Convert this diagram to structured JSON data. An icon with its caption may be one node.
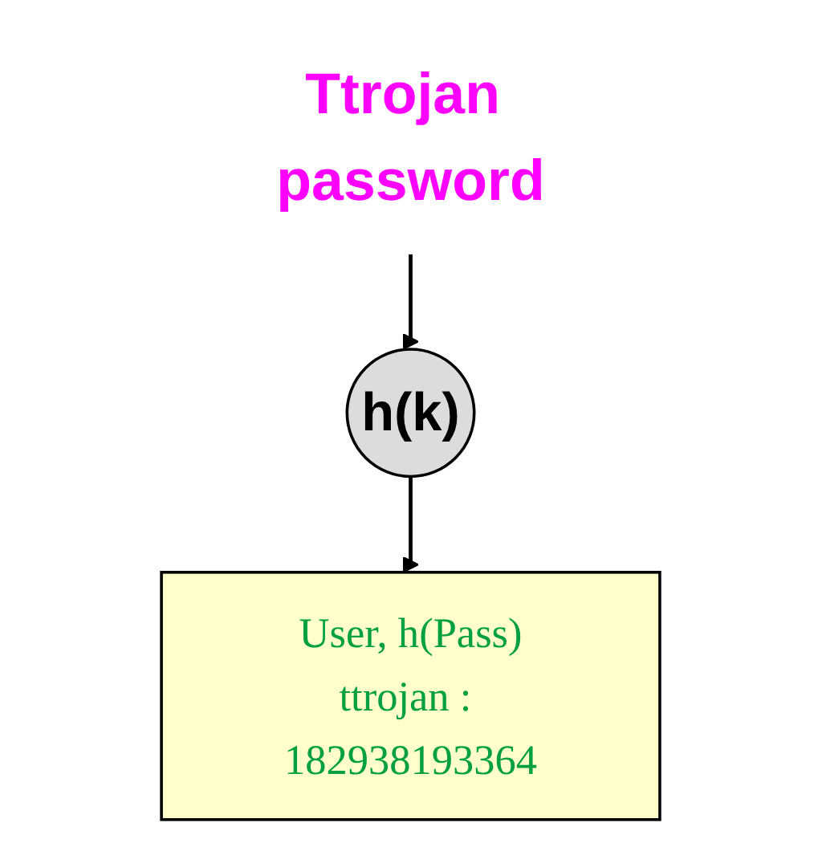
{
  "diagram": {
    "nodes": [
      {
        "text": [
          "Ttrojan password"
        ]
      },
      {
        "text": [
          "h(k)"
        ]
      },
      {
        "text": [
          "User, h(Pass)",
          "ttrojan : 182938193364"
        ]
      }
    ],
    "edges": [
      {
        "from": 0,
        "to": 1,
        "arrow": "to"
      },
      {
        "from": 1,
        "to": 2,
        "arrow": "to"
      }
    ]
  }
}
